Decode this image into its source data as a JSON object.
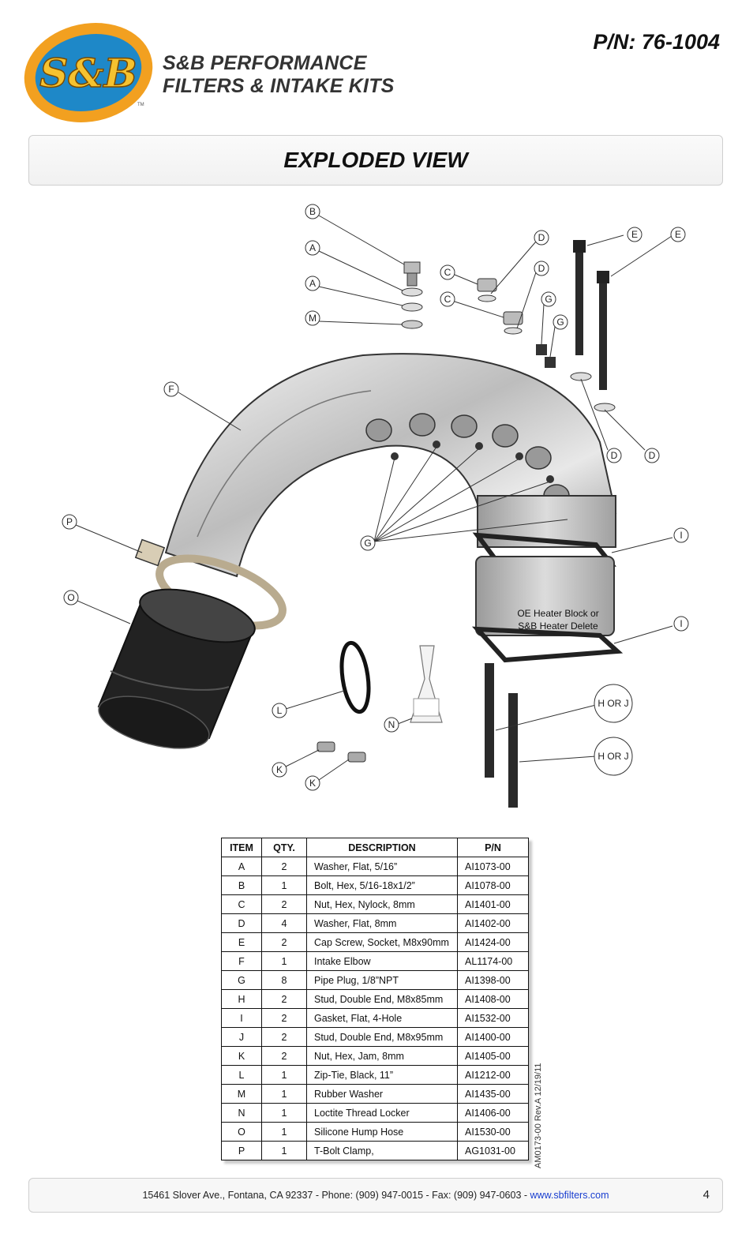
{
  "header": {
    "logo_text": "S&B",
    "brand_line1": "S&B PERFORMANCE",
    "brand_line2": "FILTERS & INTAKE KITS",
    "part_number": "P/N: 76-1004"
  },
  "section_title": "EXPLODED VIEW",
  "diagram": {
    "heater_label_line1": "OE Heater Block or",
    "heater_label_line2": "S&B Heater Delete",
    "callouts": [
      "B",
      "A",
      "A",
      "M",
      "C",
      "C",
      "D",
      "D",
      "E",
      "E",
      "G",
      "G",
      "F",
      "G",
      "D",
      "D",
      "P",
      "I",
      "I",
      "O",
      "L",
      "N",
      "H OR J",
      "H OR J",
      "K",
      "K"
    ]
  },
  "parts_table": {
    "headers": [
      "ITEM",
      "QTY.",
      "DESCRIPTION",
      "P/N"
    ],
    "rows": [
      [
        "A",
        "2",
        "Washer, Flat, 5/16”",
        "AI1073-00"
      ],
      [
        "B",
        "1",
        "Bolt, Hex, 5/16-18x1/2”",
        "AI1078-00"
      ],
      [
        "C",
        "2",
        "Nut, Hex, Nylock, 8mm",
        "AI1401-00"
      ],
      [
        "D",
        "4",
        "Washer, Flat, 8mm",
        "AI1402-00"
      ],
      [
        "E",
        "2",
        "Cap Screw, Socket, M8x90mm",
        "AI1424-00"
      ],
      [
        "F",
        "1",
        "Intake Elbow",
        "AL1174-00"
      ],
      [
        "G",
        "8",
        "Pipe Plug, 1/8”NPT",
        "AI1398-00"
      ],
      [
        "H",
        "2",
        "Stud, Double End, M8x85mm",
        "AI1408-00"
      ],
      [
        "I",
        "2",
        "Gasket, Flat, 4-Hole",
        "AI1532-00"
      ],
      [
        "J",
        "2",
        "Stud, Double End, M8x95mm",
        "AI1400-00"
      ],
      [
        "K",
        "2",
        "Nut, Hex, Jam, 8mm",
        "AI1405-00"
      ],
      [
        "L",
        "1",
        "Zip-Tie, Black, 11”",
        "AI1212-00"
      ],
      [
        "M",
        "1",
        "Rubber Washer",
        "AI1435-00"
      ],
      [
        "N",
        "1",
        "Loctite Thread Locker",
        "AI1406-00"
      ],
      [
        "O",
        "1",
        "Silicone Hump Hose",
        "AI1530-00"
      ],
      [
        "P",
        "1",
        "T-Bolt Clamp,",
        "AG1031-00"
      ]
    ]
  },
  "revision": "AM0173-00 Rev.A 12/19/11",
  "footer": {
    "address": "15461 Slover Ave., Fontana, CA 92337 - Phone: (909) 947-0015 - Fax: (909) 947-0603 - ",
    "website": "www.sbfilters.com",
    "page_number": "4"
  },
  "colors": {
    "logo_orange": "#f2a020",
    "logo_blue": "#1e88c8",
    "link_blue": "#1a3fd0"
  }
}
